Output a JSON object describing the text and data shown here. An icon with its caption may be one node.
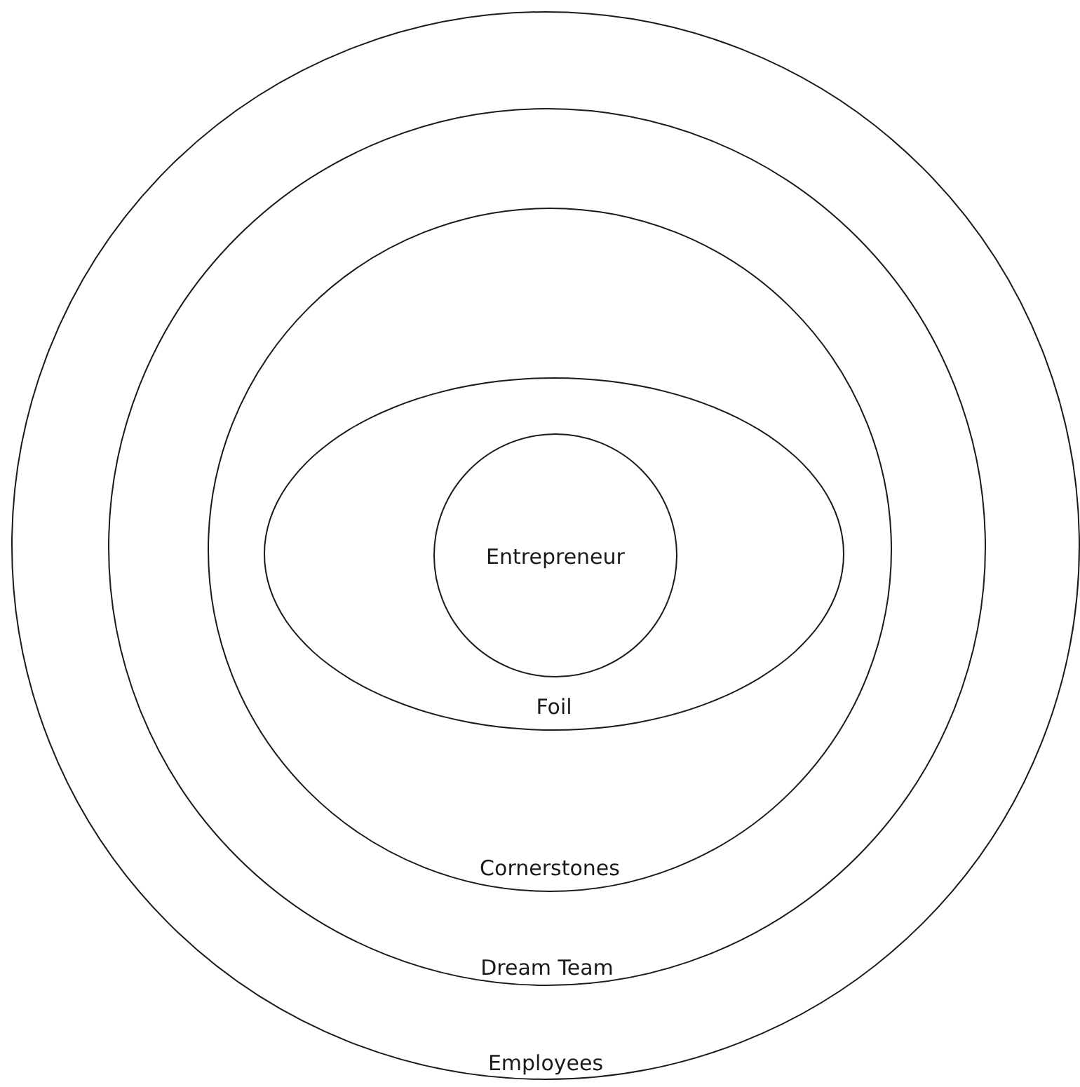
{
  "diagram": {
    "nodes": [
      {
        "text": [
          "Employees"
        ]
      },
      {
        "text": [
          "Dream Team"
        ],
        "in": 0
      },
      {
        "text": [
          "Cornerstones"
        ],
        "in": 1
      },
      {
        "text": [
          "Foil"
        ],
        "in": 2
      },
      {
        "text": [
          "Entrepreneur"
        ],
        "in": 3
      }
    ]
  }
}
